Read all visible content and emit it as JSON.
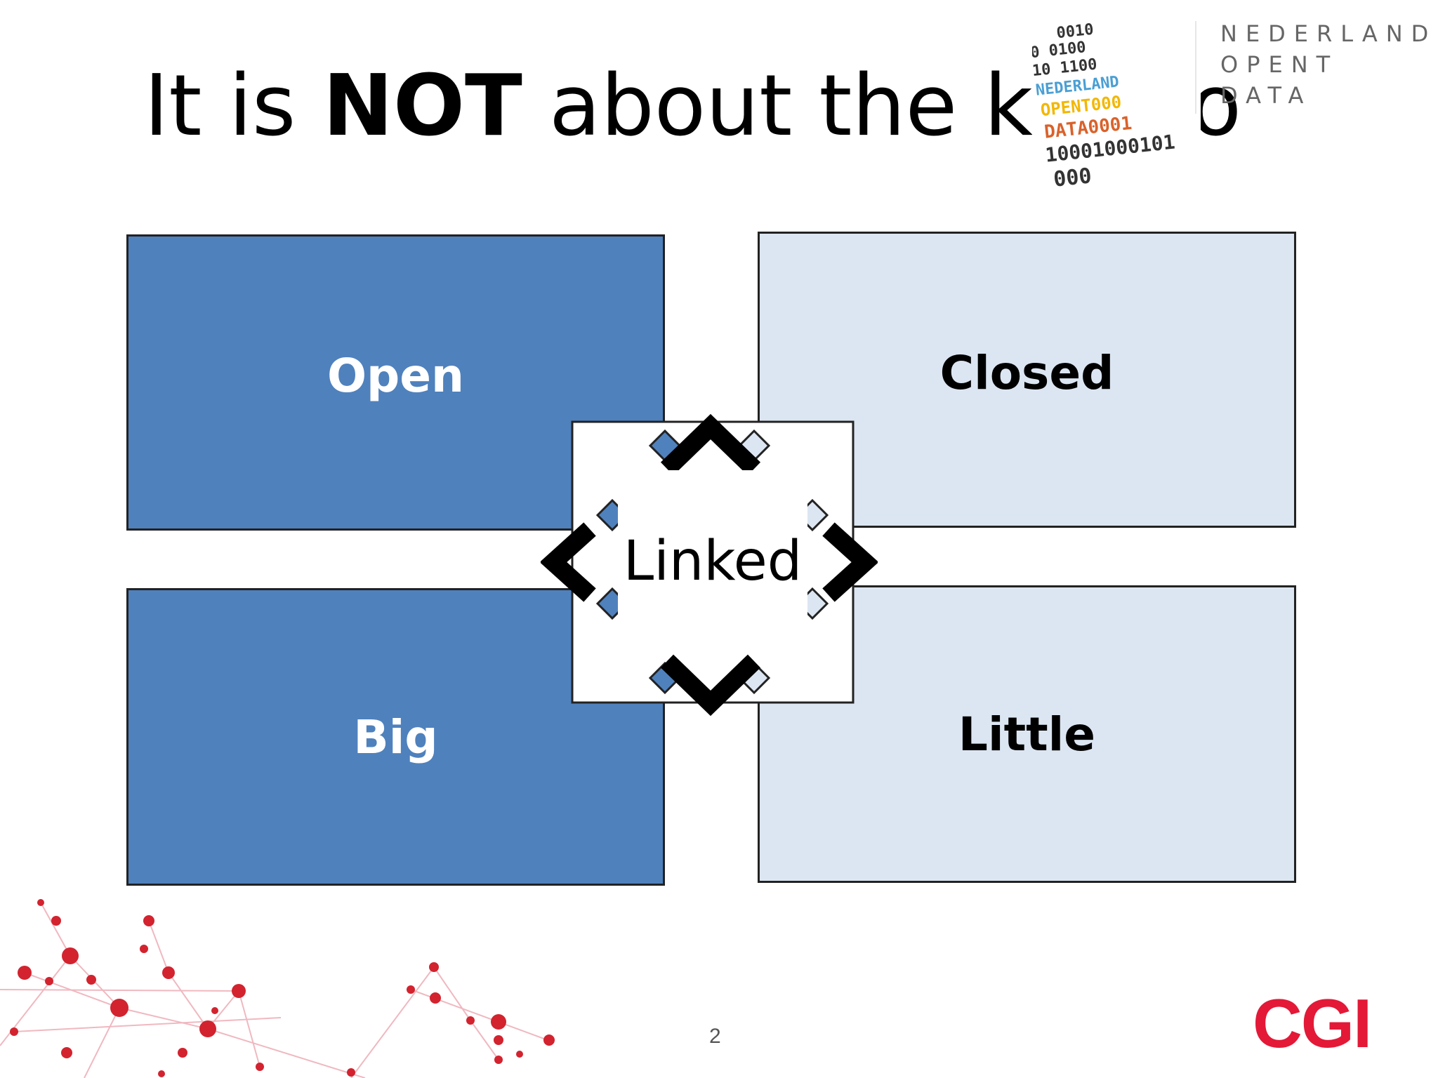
{
  "slide": {
    "title_pre": "It is ",
    "title_bold": "NOT",
    "title_post": " about the kind o",
    "page_number": "2"
  },
  "boxes": {
    "open": "Open",
    "closed": "Closed",
    "big": "Big",
    "little": "Little"
  },
  "center": {
    "label": "Linked"
  },
  "logo": {
    "line1": "NEDERLAND",
    "line2": "OPENT",
    "line3": "DATA",
    "binary_lines": [
      "0010",
      "0 0100",
      "10 1100",
      "NEDERLAND",
      "OPENT000",
      "DATA0001",
      "10001000101",
      "000"
    ]
  },
  "brand": {
    "cgi_label": "CGI",
    "cgi_color": "#e31937"
  },
  "colors": {
    "dark_box": "#4f81bd",
    "light_box": "#dce6f2"
  }
}
